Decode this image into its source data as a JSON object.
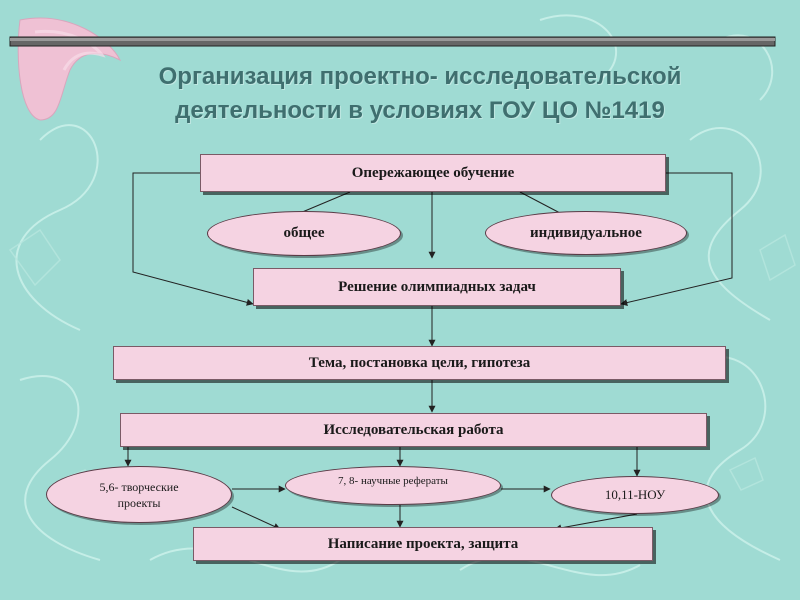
{
  "slide": {
    "title_line1": "Организация проектно- исследовательской",
    "title_line2": "деятельности в условиях ГОУ ЦО №1419"
  },
  "diagram": {
    "advanced_learning": "Опережающее обучение",
    "general": "общее",
    "individual": "индивидуальное",
    "olympiad": "Решение олимпиадных задач",
    "topic_goal": "Тема, постановка цели, гипотеза",
    "research": "Исследовательская работа",
    "creative_projects": "5,6- творческие проекты",
    "essays": "7, 8- научные рефераты",
    "nou": "10,11-НОУ",
    "writing": "Написание проекта, защита"
  },
  "colors": {
    "background": "#9fdbd3",
    "box_fill": "#f5d3e2",
    "title": "#3f6f6f"
  }
}
